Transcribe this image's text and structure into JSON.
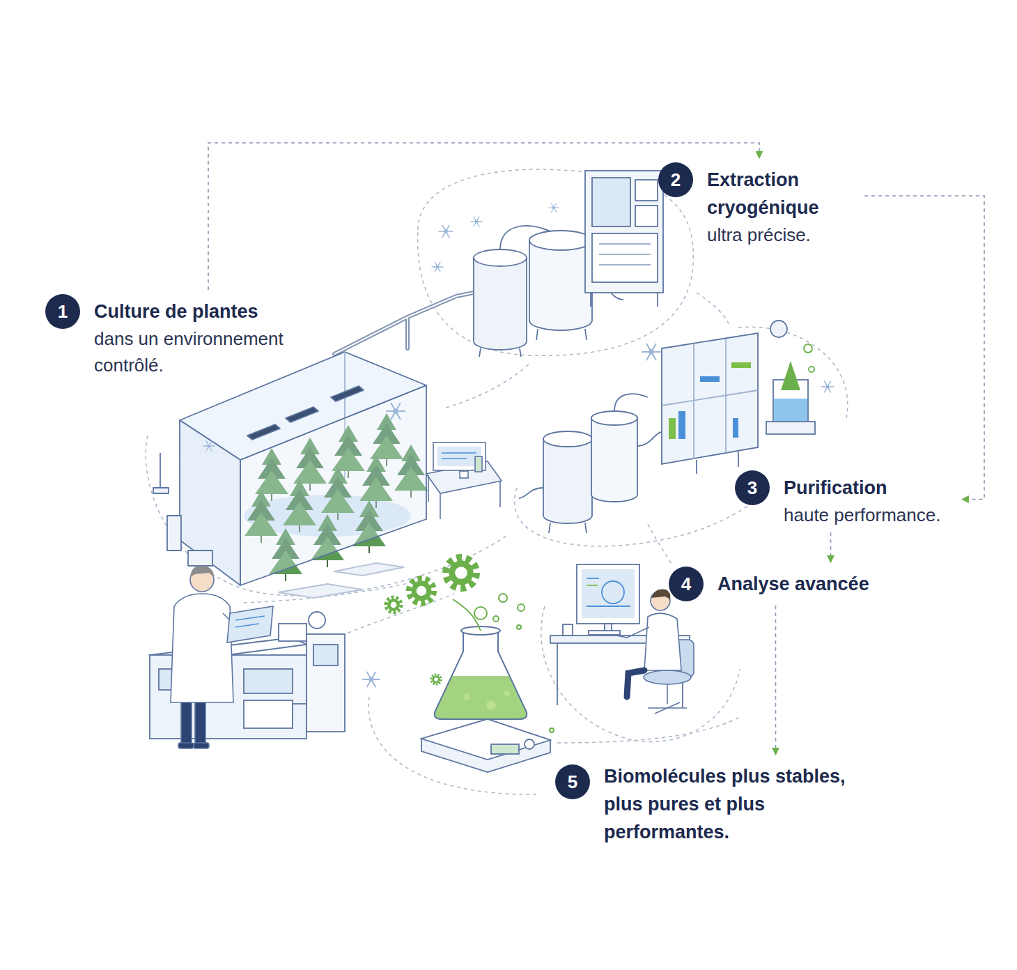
{
  "diagram": {
    "nodes": [
      {
        "text": [
          "1",
          "Culture de plantes",
          "dans un environnement contrôlé."
        ]
      },
      {
        "text": [
          "2",
          "Extraction cryogénique",
          "ultra précise."
        ]
      },
      {
        "text": [
          "3",
          "Purification",
          "haute performance."
        ]
      },
      {
        "text": [
          "4",
          "Analyse avancée"
        ]
      },
      {
        "text": [
          "5",
          "Biomolécules plus stables, plus pures et plus performantes."
        ]
      }
    ],
    "edges": [
      {
        "from": 0,
        "to": 1,
        "arrow": "to"
      },
      {
        "from": 1,
        "to": 2,
        "arrow": "to"
      },
      {
        "from": 2,
        "to": 3,
        "arrow": "to"
      },
      {
        "from": 3,
        "to": 4,
        "arrow": "to"
      }
    ]
  }
}
